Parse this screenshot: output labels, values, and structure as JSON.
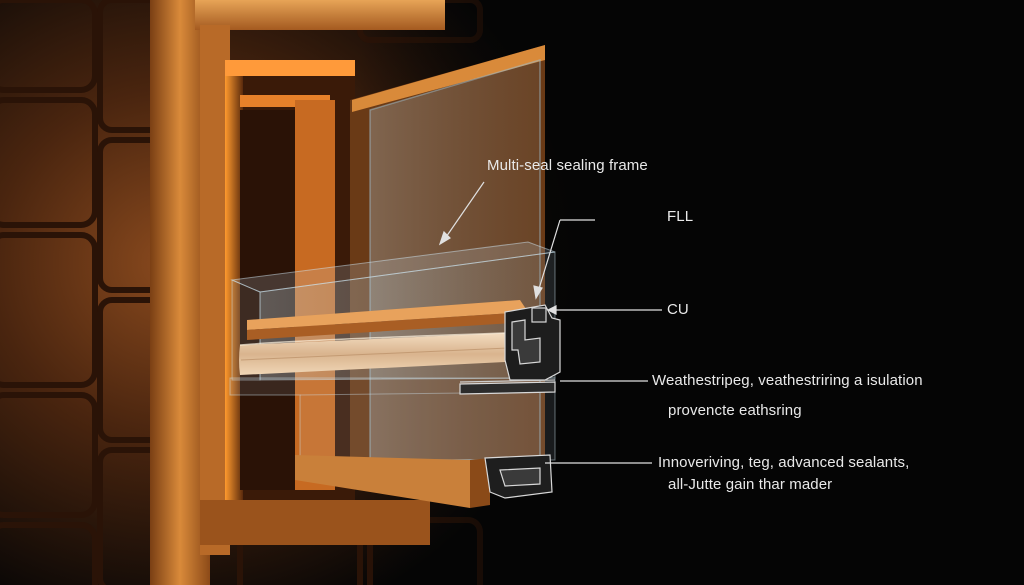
{
  "callouts": {
    "frame": "Multi-seal sealing frame",
    "fll": "FLL",
    "cu": "CU",
    "weather_1": "Weathestripeg, veathestriring a isulation",
    "weather_2": "provencte eathsring",
    "innov_1": "Innoveriving, teg, advanced sealants,",
    "innov_2": "all-Jutte gain thar mader"
  },
  "colors": {
    "background": "#050505",
    "wood": "#c9803a",
    "glow": "#ff9a2e",
    "brick": "#6b3a1c",
    "glass": "#a9c8d8",
    "seal": "#e8c9a4",
    "label": "#e9e9e9"
  }
}
